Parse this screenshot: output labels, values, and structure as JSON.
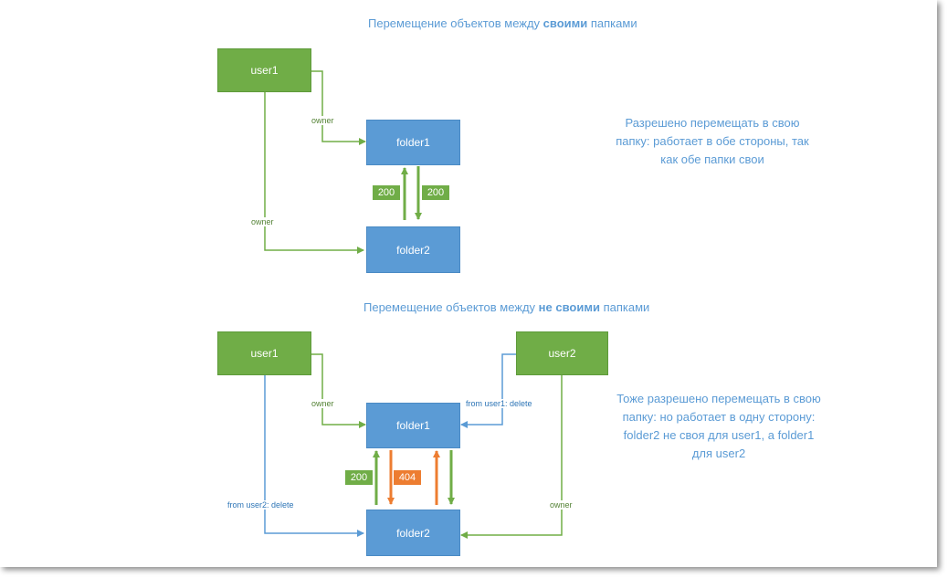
{
  "colors": {
    "user_fill": "#70ad47",
    "folder_fill": "#5b9bd5",
    "owner_edge": "#70ad47",
    "delete_edge": "#5b9bd5",
    "ok_arrow": "#70ad47",
    "fail_arrow": "#ed7d31",
    "note_text": "#5b9bd5"
  },
  "section1": {
    "title_pre": "Перемещение объектов между ",
    "title_bold": "своими",
    "title_post": " папками",
    "user1": "user1",
    "folder1": "folder1",
    "folder2": "folder2",
    "edge_owner_folder1": "owner",
    "edge_owner_folder2": "owner",
    "status_up": "200",
    "status_down": "200",
    "note": "Разрешено перемещать в свою папку: работает в обе стороны, так как обе папки свои"
  },
  "section2": {
    "title_pre": "Перемещение объектов между ",
    "title_bold": "не своими",
    "title_post": " папками",
    "user1": "user1",
    "user2": "user2",
    "folder1": "folder1",
    "folder2": "folder2",
    "edge_user1_owner": "owner",
    "edge_user1_delete": "from user2: delete",
    "edge_user2_delete": "from user1: delete",
    "edge_user2_owner": "owner",
    "status_ok": "200",
    "status_fail": "404",
    "note": "Тоже разрешено перемещать в свою папку: но работает в одну сторону: folder2 не своя для user1, а folder1 для user2"
  }
}
